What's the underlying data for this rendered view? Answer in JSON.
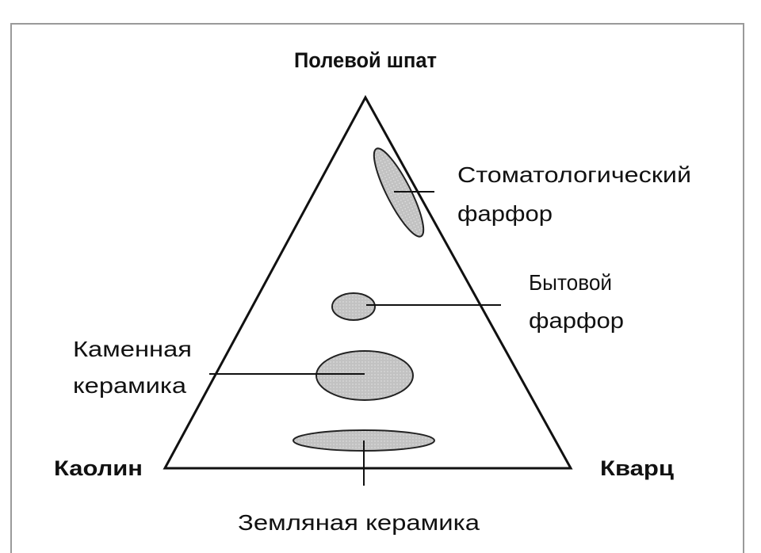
{
  "title": "Полевой шпат",
  "vertices": {
    "top": "Полевой шпат",
    "left": "Каолин",
    "right": "Кварц"
  },
  "regions": [
    {
      "id": "dental",
      "label_lines": [
        "Стоматологический",
        "фарфор"
      ]
    },
    {
      "id": "household",
      "label_lines": [
        "Бытовой",
        "фарфор"
      ]
    },
    {
      "id": "stoneware",
      "label_lines": [
        "Каменная",
        "керамика"
      ]
    },
    {
      "id": "earthenware",
      "label_lines": [
        "Земляная керамика"
      ]
    }
  ],
  "colors": {
    "line": "#111111",
    "region_fill": "#b9b9b9",
    "frame": "#9a9a9a"
  }
}
